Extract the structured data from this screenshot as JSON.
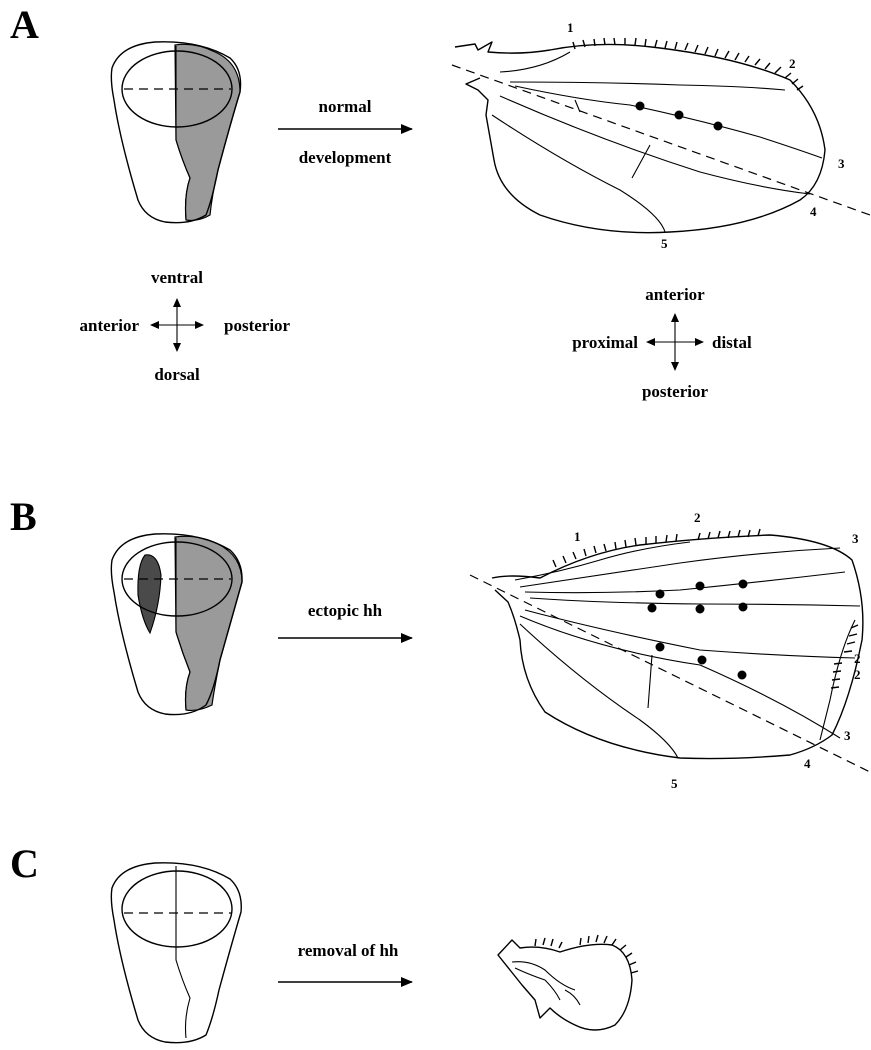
{
  "panels": [
    {
      "letter": "A",
      "arrow_label_line1": "normal",
      "arrow_label_line2": "development"
    },
    {
      "letter": "B",
      "arrow_label_line1": "ectopic hh"
    },
    {
      "letter": "C",
      "arrow_label_line1": "removal of hh"
    }
  ],
  "disc_axes": {
    "top": "ventral",
    "left": "anterior",
    "right": "posterior",
    "bottom": "dorsal"
  },
  "wing_axes": {
    "top": "anterior",
    "left": "proximal",
    "right": "distal",
    "bottom": "posterior"
  },
  "vein_labels_a": [
    "1",
    "2",
    "3",
    "4",
    "5"
  ],
  "vein_labels_b": [
    "1",
    "2",
    "3",
    "2",
    "2",
    "3",
    "4",
    "5"
  ],
  "colors": {
    "hh_region": "#9a9a9a",
    "ectopic_region": "#4a4a4a",
    "ink": "#000000"
  }
}
